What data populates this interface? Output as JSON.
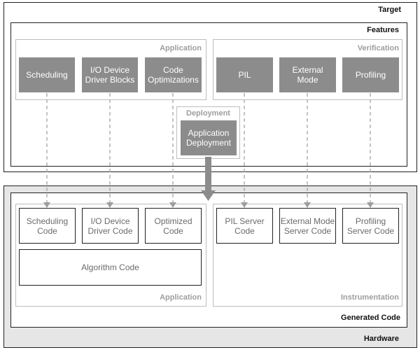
{
  "labels": {
    "target": "Target",
    "features": "Features",
    "generated_code": "Generated Code",
    "hardware": "Hardware"
  },
  "groups": {
    "application_features": "Application",
    "verification": "Verification",
    "deployment": "Deployment",
    "application_code": "Application",
    "instrumentation": "Instrumentation"
  },
  "features": {
    "scheduling": "Scheduling",
    "io_driver_blocks": "I/O Device\nDriver Blocks",
    "code_optimizations": "Code\nOptimizations",
    "pil": "PIL",
    "external_mode": "External\nMode",
    "profiling": "Profiling",
    "application_deployment": "Application\nDeployment"
  },
  "generated": {
    "scheduling_code": "Scheduling\nCode",
    "io_driver_code": "I/O Device\nDriver Code",
    "optimized_code": "Optimized\nCode",
    "algorithm_code": "Algorithm Code",
    "pil_server_code": "PIL Server\nCode",
    "external_mode_server_code": "External Mode\nServer Code",
    "profiling_server_code": "Profiling\nServer Code"
  },
  "colors": {
    "dark_block": "#8c8c8c",
    "hardware_fill": "#e6e6e6",
    "group_border": "#bdbdbd",
    "group_label": "#9e9e9e",
    "connector": "#9e9e9e",
    "deploy_arrow": "#8c8c8c"
  }
}
